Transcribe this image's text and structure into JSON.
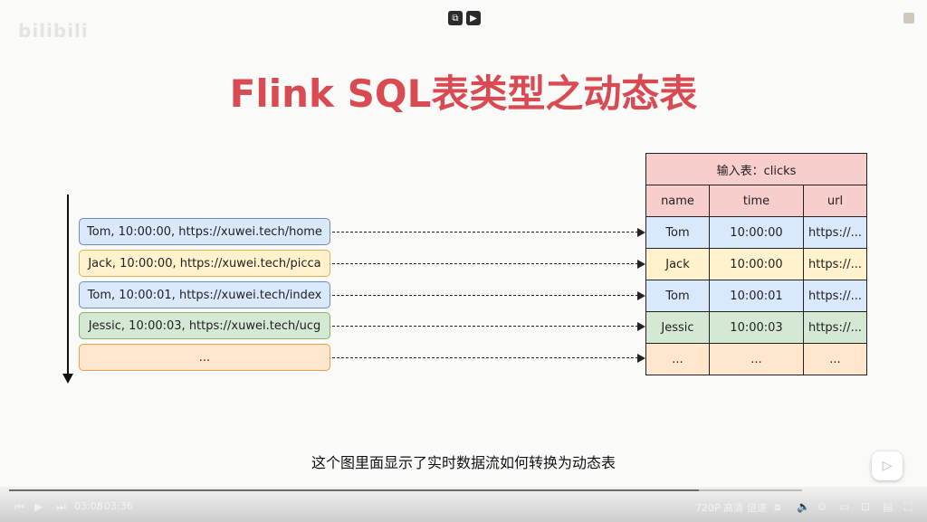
{
  "watermark": "bilibili",
  "slide_title": "Flink SQL表类型之动态表",
  "stream_events": [
    {
      "text": "Tom, 10:00:00, https://xuwei.tech/home",
      "color": "blue"
    },
    {
      "text": "Jack, 10:00:00, https://xuwei.tech/picca",
      "color": "yellow"
    },
    {
      "text": "Tom, 10:00:01, https://xuwei.tech/index",
      "color": "blue"
    },
    {
      "text": "Jessic, 10:00:03, https://xuwei.tech/ucg",
      "color": "green"
    },
    {
      "text": "...",
      "color": "orange"
    }
  ],
  "table": {
    "caption": "输入表：clicks",
    "columns": [
      "name",
      "time",
      "url"
    ],
    "rows": [
      [
        "Tom",
        "10:00:00",
        "https://..."
      ],
      [
        "Jack",
        "10:00:00",
        "https://..."
      ],
      [
        "Tom",
        "10:00:01",
        "https://..."
      ],
      [
        "Jessic",
        "10:00:03",
        "https://..."
      ],
      [
        "...",
        "...",
        "..."
      ]
    ]
  },
  "subtitle": "这个图里面显示了实时数据流如何转换为动态表",
  "player": {
    "current_time": "03:08",
    "total_time": "03:36",
    "separator": "/",
    "quality": "720P 高清",
    "speed": "倍速",
    "progress": 0.87
  },
  "colors": {
    "title": "#d94a52",
    "blue_fill": "#dae8fc",
    "yellow_fill": "#fff2cc",
    "green_fill": "#d5e8d4",
    "orange_fill": "#ffe6cc",
    "red_fill": "#f8cecc"
  },
  "icons": [
    "picture-in-picture-icon",
    "mini-player-icon",
    "bookmark-icon",
    "tv-icon",
    "prev-icon",
    "play-icon",
    "next-icon",
    "subtitle-icon",
    "volume-icon",
    "settings-icon",
    "widescreen-icon",
    "web-fullscreen-icon",
    "danmaku-icon",
    "fullscreen-icon"
  ]
}
